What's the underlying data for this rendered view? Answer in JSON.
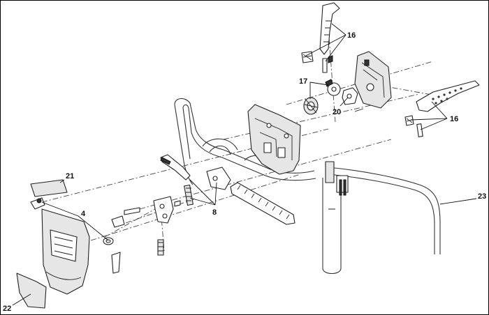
{
  "callouts": {
    "c16a": "16",
    "c16b": "16",
    "c17": "17",
    "c20": "20",
    "c21": "21",
    "c4": "4",
    "c8": "8",
    "c23": "23",
    "c22": "22"
  },
  "colors": {
    "line": "#222222",
    "fill_light": "#e6e6e6",
    "fill_dark": "#333333",
    "background": "#ffffff"
  }
}
